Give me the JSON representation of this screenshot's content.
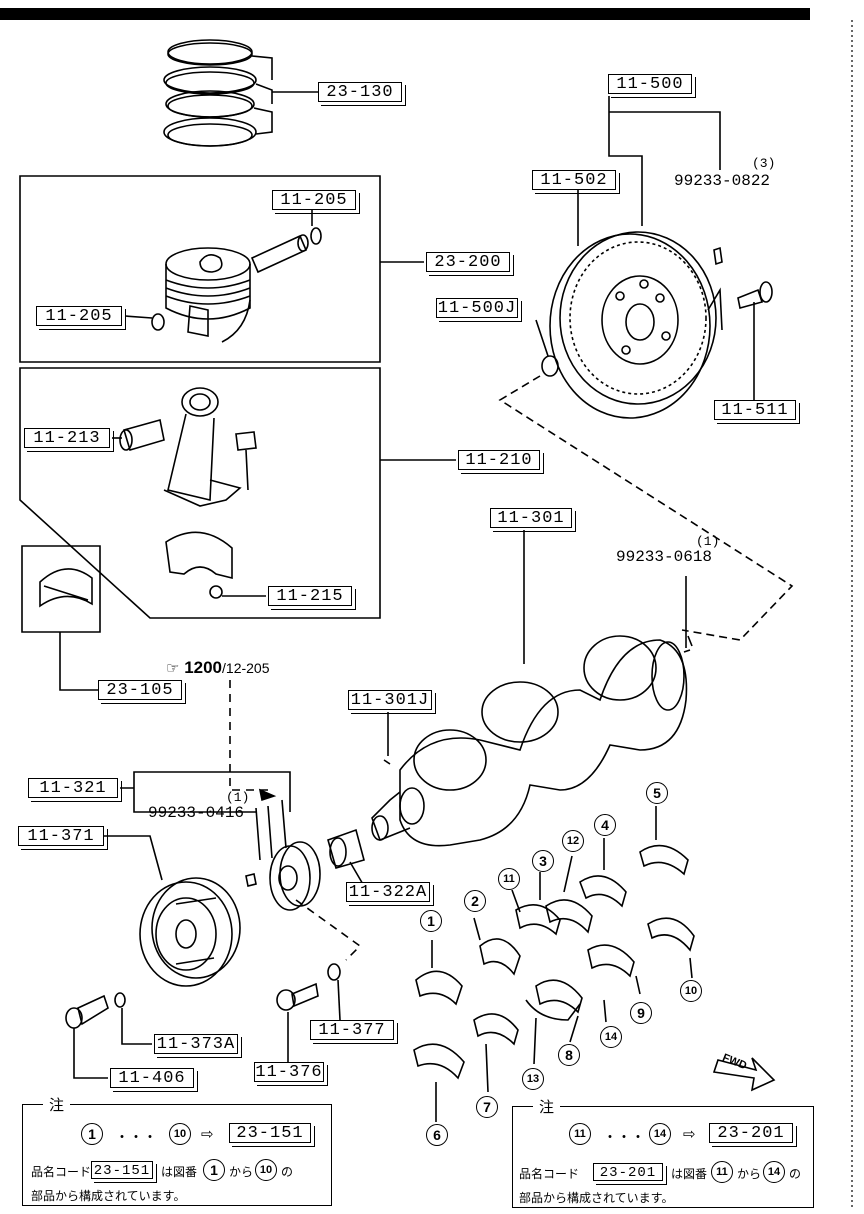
{
  "labels": {
    "piston_rings": "23-130",
    "piston_pin": "11-205",
    "piston_clip": "11-205",
    "piston_assy": "23-200",
    "con_rod_bushing": "11-213",
    "con_rod_assy": "11-210",
    "con_rod_nut": "11-215",
    "con_rod_bearing": "23-105",
    "flywheel_assy": "11-500",
    "ring_gear": "11-502",
    "pilot_bearing": "11-500J",
    "flywheel_bolt": "11-511",
    "crankshaft": "11-301",
    "crank_key": "11-301J",
    "timing_pulley": "11-321",
    "spacer": "11-322A",
    "crank_pulley": "11-371",
    "washer_a": "11-373A",
    "pulley_bolt": "11-406",
    "washer_b": "11-377",
    "plug_bolt": "11-376"
  },
  "parts": {
    "dowel_flywheel": {
      "number": "99233-0822",
      "qty": "(3)"
    },
    "dowel_crank": {
      "number": "99233-0618",
      "qty": "(1)"
    },
    "key_pulley": {
      "number": "99233-0416",
      "qty": "(1)"
    }
  },
  "reference": {
    "main": "1200",
    "sub": "/12-205"
  },
  "callouts": [
    "1",
    "2",
    "3",
    "4",
    "5",
    "6",
    "7",
    "8",
    "9",
    "10",
    "11",
    "12",
    "13",
    "14"
  ],
  "fwd": "FWD",
  "note_left": {
    "heading": "注",
    "from": "1",
    "dots": "・・・",
    "to": "10",
    "arrow": "⇨",
    "code": "23-151",
    "line1_prefix": "品名コード",
    "line1_code": "23-151",
    "line1_mid": "は図番",
    "line1_from": "1",
    "line1_kara": "から",
    "line1_to": "10",
    "line1_no": "の",
    "line2": "部品から構成されています。"
  },
  "note_right": {
    "heading": "注",
    "from": "11",
    "dots": "・・・",
    "to": "14",
    "arrow": "⇨",
    "code": "23-201",
    "line1_prefix": "品名コード",
    "line1_code": "23-201",
    "line1_mid": "は図番",
    "line1_from": "11",
    "line1_kara": "から",
    "line1_to": "14",
    "line1_no": "の",
    "line2": "部品から構成されています。"
  }
}
